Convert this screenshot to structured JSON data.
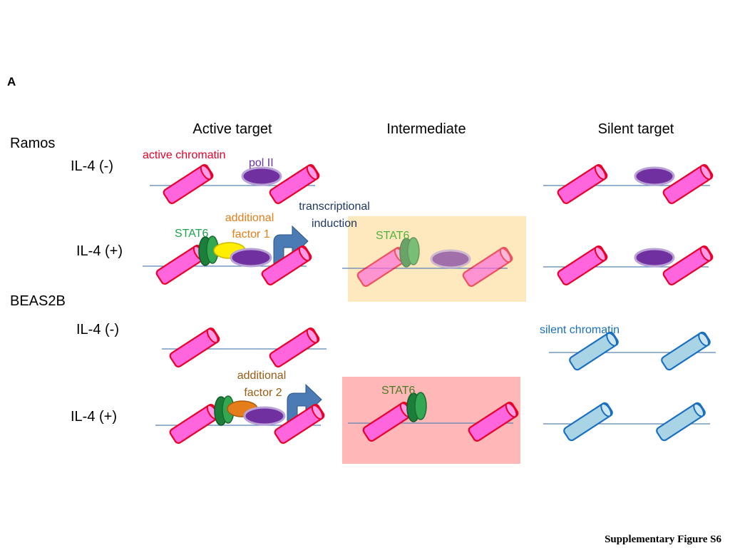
{
  "panel_label": "A",
  "columns": {
    "active": "Active target",
    "intermediate": "Intermediate",
    "silent": "Silent target"
  },
  "cell_lines": {
    "ramos": "Ramos",
    "beas2b": "BEAS2B"
  },
  "conditions": {
    "minus": "IL-4 (-)",
    "plus": "IL-4 (+)"
  },
  "annotations": {
    "active_chromatin": "active chromatin",
    "pol2": "pol II",
    "stat6": "STAT6",
    "additional_factor_1_line1": "additional",
    "additional_factor_1_line2": "factor 1",
    "additional_factor_2_line1": "additional",
    "additional_factor_2_line2": "factor 2",
    "transcriptional_induction_line1": "transcriptional",
    "transcriptional_induction_line2": "induction",
    "silent_chromatin": "silent chromatin"
  },
  "footer": "Supplementary Figure S6",
  "colors": {
    "active_nucleosome_fill": "#ff66dd",
    "active_nucleosome_stroke": "#e8002a",
    "silent_nucleosome_fill": "#a8d4e6",
    "silent_nucleosome_stroke": "#1a6fc0",
    "pol2_fill": "#7030a0",
    "pol2_stroke": "#b9a2d6",
    "stat6_fill": "#2e9a4a",
    "factor1_fill": "#ffee00",
    "factor2_fill": "#e57e1a",
    "arrow_fill": "#4a7bb5",
    "intermediate_ramos_bg": "#fde9bd",
    "intermediate_beas2b_bg": "#ffb7b7",
    "active_chromatin_text": "#e8002a",
    "pol2_text": "#7030a0",
    "stat6_text": "#1fa34b",
    "factor1_text": "#e57e1a",
    "factor2_text": "#9a5a15",
    "induction_text": "#1f3864",
    "silent_chromatin_text": "#1a6fc0",
    "dna_line": "#5a84b8"
  }
}
